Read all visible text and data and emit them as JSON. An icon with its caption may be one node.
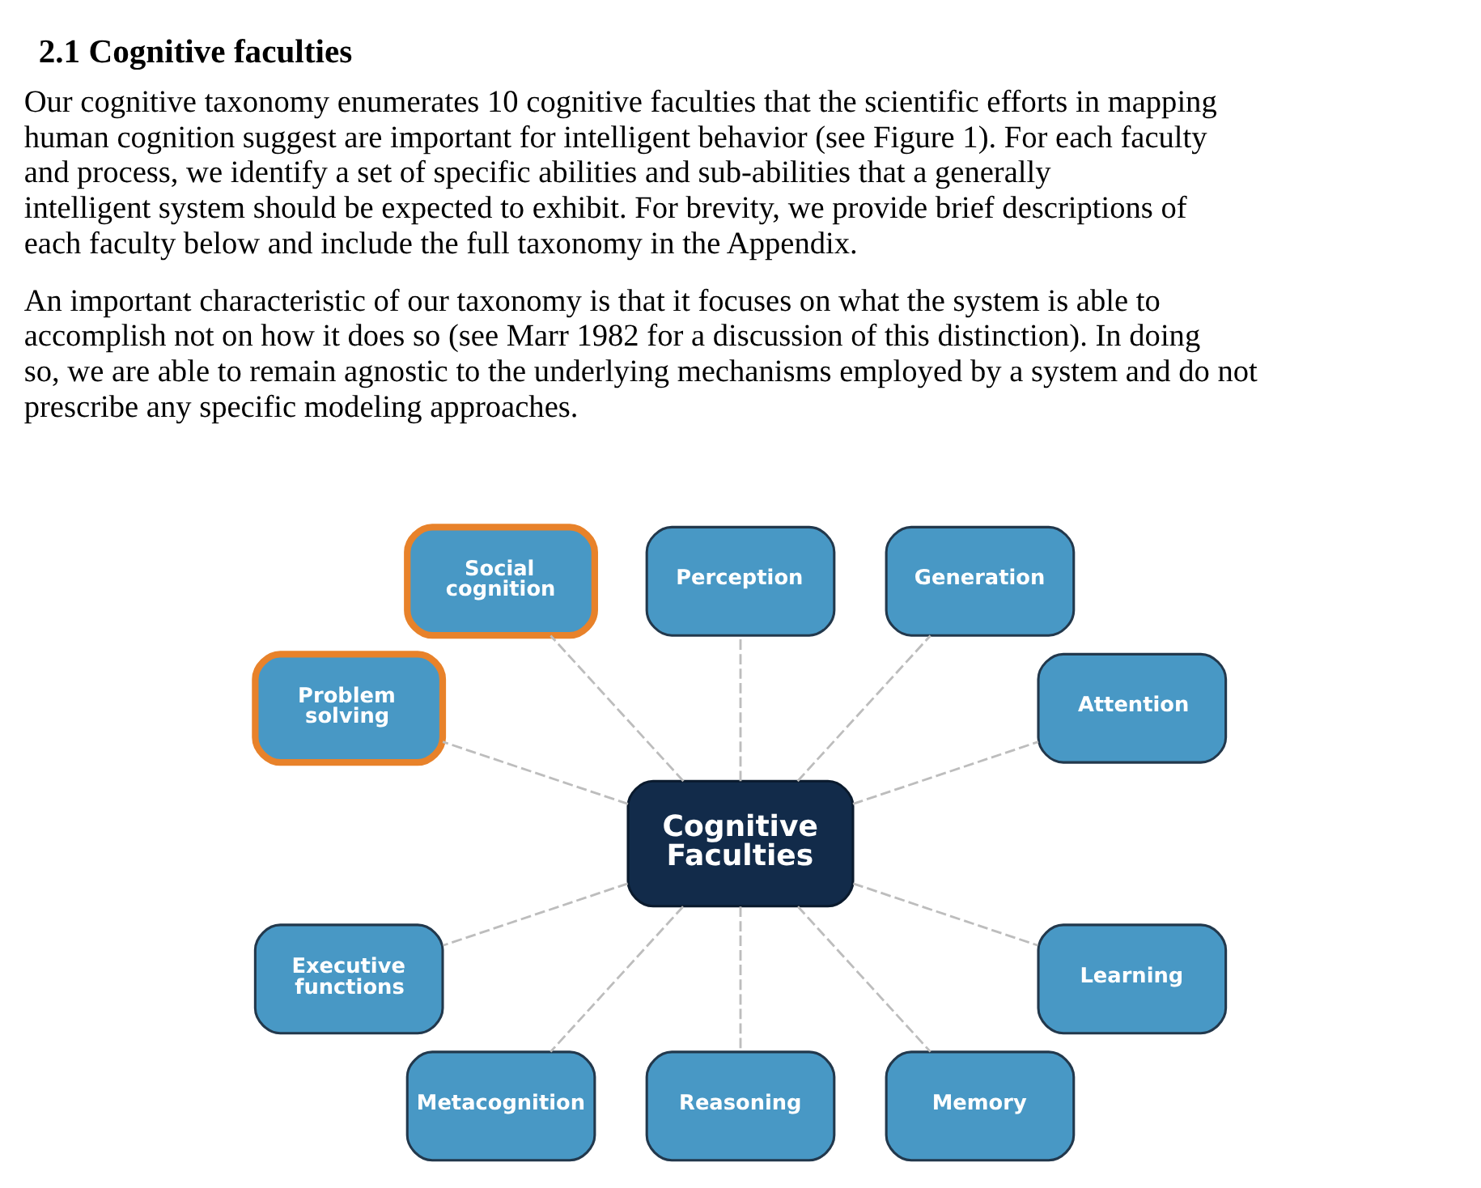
{
  "diagram": {
    "title": "2.1 Cognitive faculties",
    "nodes": [
      {
        "text": [
          "Cognitive Faculties"
        ]
      },
      {
        "text": [
          "Perception"
        ]
      },
      {
        "text": [
          "Generation"
        ]
      },
      {
        "text": [
          "Attention"
        ]
      },
      {
        "text": [
          "Learning"
        ]
      },
      {
        "text": [
          "Memory"
        ]
      },
      {
        "text": [
          "Reasoning"
        ]
      },
      {
        "text": [
          "Metacognition"
        ]
      },
      {
        "text": [
          "Executive functions"
        ]
      },
      {
        "text": [
          "Problem solving"
        ]
      },
      {
        "text": [
          "Social cognition"
        ]
      }
    ],
    "edges": [
      {
        "from": 0,
        "to": 1,
        "arrow": "none",
        "style": "dashed"
      },
      {
        "from": 0,
        "to": 2,
        "arrow": "none",
        "style": "dashed"
      },
      {
        "from": 0,
        "to": 3,
        "arrow": "none",
        "style": "dashed"
      },
      {
        "from": 0,
        "to": 4,
        "arrow": "none",
        "style": "dashed"
      },
      {
        "from": 0,
        "to": 5,
        "arrow": "none",
        "style": "dashed"
      },
      {
        "from": 0,
        "to": 6,
        "arrow": "none",
        "style": "dashed"
      },
      {
        "from": 0,
        "to": 7,
        "arrow": "none",
        "style": "dashed"
      },
      {
        "from": 0,
        "to": 8,
        "arrow": "none",
        "style": "dashed"
      },
      {
        "from": 0,
        "to": 9,
        "arrow": "none",
        "style": "dashed"
      },
      {
        "from": 0,
        "to": 10,
        "arrow": "none",
        "style": "dashed"
      }
    ],
    "labels": [
      "Our cognitive taxonomy enumerates 10 cognitive faculties that the scientific efforts in mapping human cognition suggest are important for intelligent behavior (see Figure 1). For each faculty and process, we identify a set of specific abilities and sub-abilities that a generally intelligent system should be expected to exhibit. For brevity, we provide brief descriptions of each faculty below and include the full taxonomy in the Appendix.",
      "An important characteristic of our taxonomy is that it focuses on what the system is able to accomplish not on how it does so (see Marr 1982 for a discussion of this distinction). In doing so, we are able to remain agnostic to the underlying mechanisms employed by a system and do not prescribe any specific modeling approaches."
    ]
  }
}
